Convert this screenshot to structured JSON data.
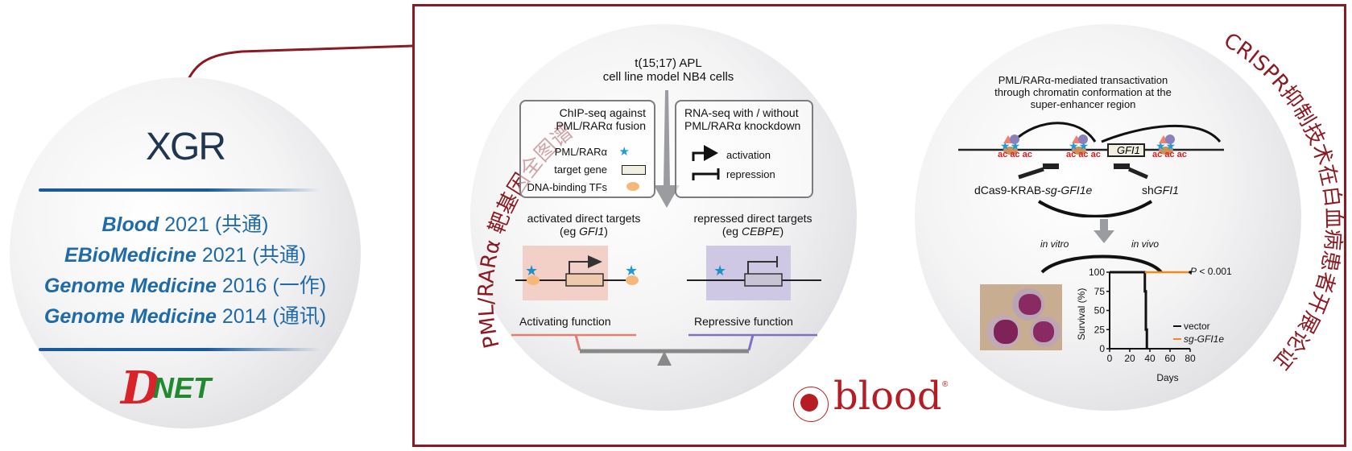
{
  "left_panel": {
    "logo_top": "XGR",
    "publications": [
      {
        "journal": "Blood",
        "year": "2021",
        "role": "(共通)"
      },
      {
        "journal": "EBioMedicine",
        "year": "2021",
        "role": "(共通)"
      },
      {
        "journal": "Genome Medicine",
        "year": "2016",
        "role": "(一作)"
      },
      {
        "journal": "Genome Medicine",
        "year": "2014",
        "role": "(通讯)"
      }
    ],
    "logo_bottom": {
      "d": "D",
      "net": "NET"
    }
  },
  "middle_panel": {
    "arc_title": "PML/RARα 靶基因全图谱",
    "header_line1": "t(15;17) APL",
    "header_line2": "cell line model NB4 cells",
    "chip_box": {
      "title_line1": "ChIP-seq against",
      "title_line2": "PML/RARα fusion",
      "legend": [
        {
          "label": "PML/RARα",
          "icon": "star-icon"
        },
        {
          "label": "target gene",
          "icon": "gene-box-icon"
        },
        {
          "label": "DNA-binding TFs",
          "icon": "oval-icon"
        }
      ]
    },
    "rna_box": {
      "title_line1": "RNA-seq with / without",
      "title_line2": "PML/RARα knockdown",
      "legend": [
        {
          "label": "activation",
          "icon": "activation-arrow-icon"
        },
        {
          "label": "repression",
          "icon": "repression-bar-icon"
        }
      ]
    },
    "activated": {
      "line1": "activated direct targets",
      "line2_prefix": "(eg ",
      "gene": "GFI1",
      "line2_suffix": ")",
      "function": "Activating function"
    },
    "repressed": {
      "line1": "repressed direct targets",
      "line2_prefix": "(eg ",
      "gene": "CEBPE",
      "line2_suffix": ")",
      "function": "Repressive function"
    },
    "colors": {
      "activating": "#e08070",
      "repressive": "#8070c0",
      "activated_bg": "#f2d0c8",
      "repressed_bg": "#cfc8e4"
    }
  },
  "right_panel": {
    "arc_title": "CRISPR抑制技术在白血病患者开展论证",
    "header_line1": "PML/RARα-mediated transactivation",
    "header_line2": "through chromatin conformation at the",
    "header_line3": "super-enhancer region",
    "ac_label": "ac",
    "gene_label": "GFI1",
    "crispr_label_prefix": "dCas9-KRAB-",
    "crispr_label_italic": "sg-GFI1e",
    "sh_prefix": "sh",
    "sh_gene": "GFI1",
    "in_vitro": "in vitro",
    "in_vivo": "in vivo",
    "pvalue_prefix": "P",
    "pvalue_rest": " < 0.001"
  },
  "footer": {
    "journal_logo": "blood",
    "registered": "®"
  },
  "chart_data": {
    "type": "line",
    "title": "",
    "xlabel": "Days",
    "ylabel": "Survival (%)",
    "xlim": [
      0,
      80
    ],
    "ylim": [
      0,
      100
    ],
    "xticks": [
      0,
      20,
      40,
      60,
      80
    ],
    "yticks": [
      0,
      25,
      50,
      75,
      100
    ],
    "legend_position": "bottom-right",
    "series": [
      {
        "name": "vector",
        "color": "#111111",
        "x": [
          0,
          35,
          35,
          36,
          36,
          37,
          37
        ],
        "y": [
          100,
          100,
          75,
          75,
          25,
          25,
          0
        ]
      },
      {
        "name": "sg-GFI1e",
        "color": "#f08a1c",
        "x": [
          35,
          80
        ],
        "y": [
          100,
          100
        ]
      }
    ],
    "annotation": "P < 0.001"
  }
}
